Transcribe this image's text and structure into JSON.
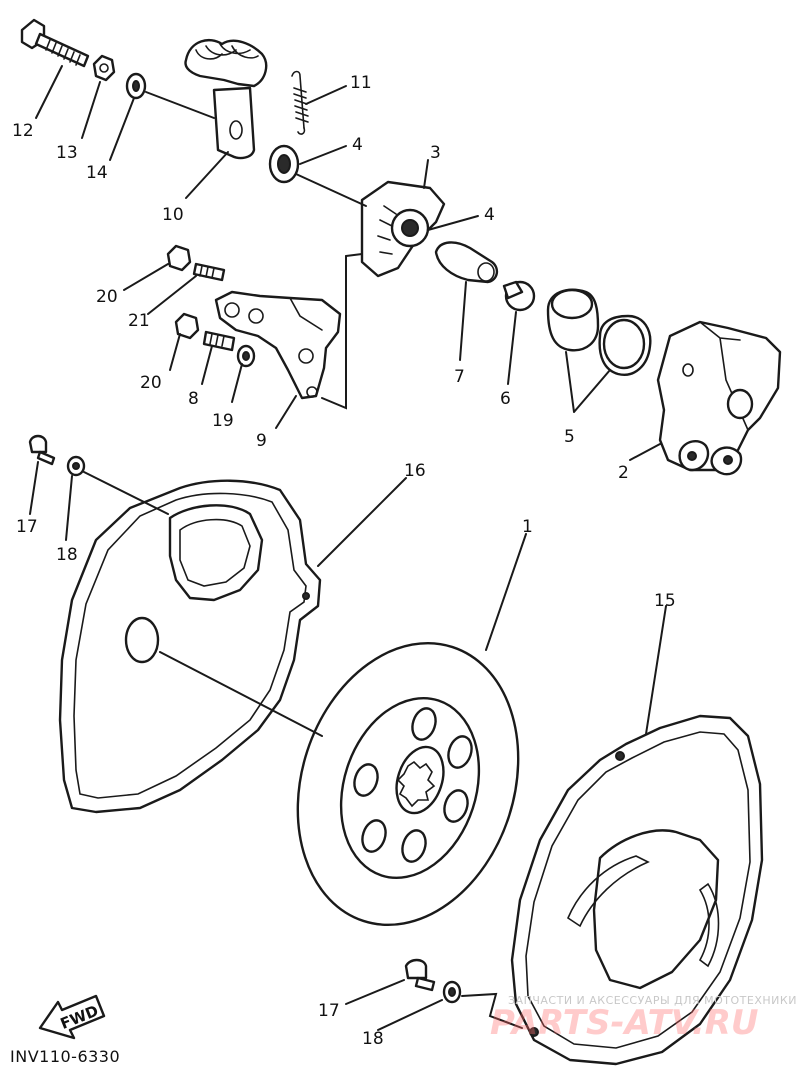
{
  "diagram": {
    "figure_code": "INV110-6330",
    "direction_label": "FWD",
    "callouts": {
      "c1": "1",
      "c2": "2",
      "c3": "3",
      "c4a": "4",
      "c4b": "4",
      "c5": "5",
      "c6": "6",
      "c7": "7",
      "c8": "8",
      "c9": "9",
      "c10": "10",
      "c11": "11",
      "c12": "12",
      "c13": "13",
      "c14": "14",
      "c15": "15",
      "c16": "16",
      "c17a": "17",
      "c17b": "17",
      "c18a": "18",
      "c18b": "18",
      "c19": "19",
      "c20a": "20",
      "c20b": "20",
      "c21": "21"
    }
  },
  "watermark": {
    "tagline": "ЗАПЧАСТИ И АКСЕССУАРЫ ДЛЯ МОТОТЕХНИКИ",
    "site": "PARTS-ATV.RU"
  }
}
